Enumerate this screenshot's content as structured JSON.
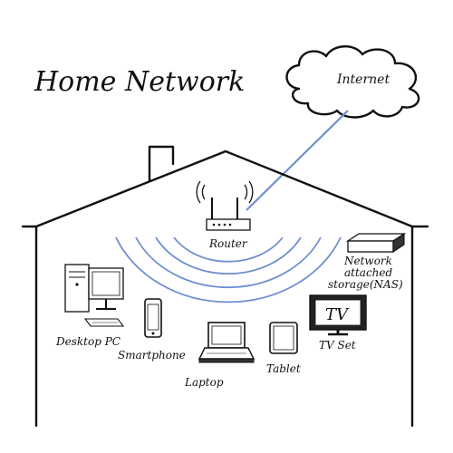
{
  "title": "Home Network",
  "cloud_label": "Internet",
  "router_label": "Router",
  "nas_label_lines": [
    "Network",
    "attached",
    "storage(NAS)"
  ],
  "tv_screen_text": "TV",
  "devices": {
    "desktop": "Desktop PC",
    "smartphone": "Smartphone",
    "laptop": "Laptop",
    "tablet": "Tablet",
    "tv": "TV Set"
  },
  "colors": {
    "link": "#6f8fcf",
    "outline": "#111111",
    "background": "#ffffff"
  }
}
